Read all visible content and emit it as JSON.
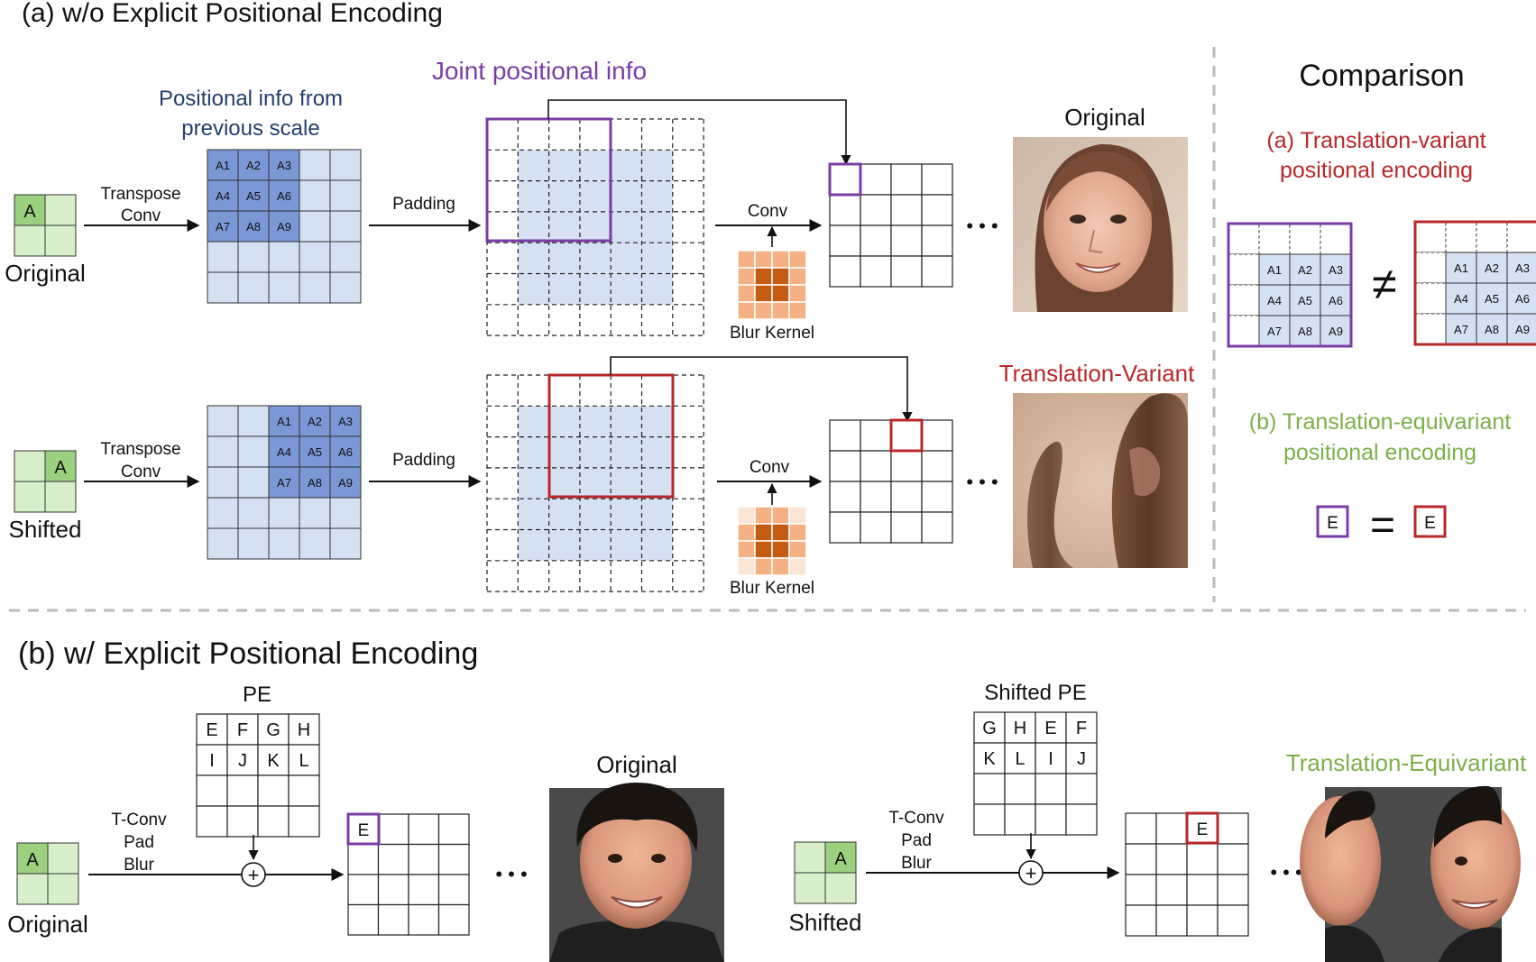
{
  "colors": {
    "purple": "#7a3da6",
    "red": "#b8282a",
    "green": "#7bb04a",
    "navy": "#24406e",
    "cell_blue": "#d5e0f3",
    "cell_blue_dark": "#7a97d6",
    "latent_green": "#d9efcc",
    "latent_green_dark": "#9bd07f",
    "kernel_dark": "#c55a11",
    "kernel_mid": "#f4b183",
    "kernel_light": "#fbe5d6",
    "grid_line": "#222222",
    "separator": "#bbbbbb"
  },
  "section_a": {
    "title": "(a) w/o Explicit Positional Encoding",
    "prev_scale_line1": "Positional  info from",
    "prev_scale_line2": "previous scale",
    "joint_label": "Joint positional info",
    "row1": {
      "input_letter": "A",
      "input_label": "Original",
      "tconv_line1": "Transpose",
      "tconv_line2": "Conv",
      "grid_labels": [
        "A1",
        "A2",
        "A3",
        "A4",
        "A5",
        "A6",
        "A7",
        "A8",
        "A9"
      ],
      "padding_label": "Padding",
      "conv_label": "Conv",
      "kernel_label": "Blur Kernel",
      "ellipsis": "• • •",
      "result_label": "Original",
      "image_icon": "face-photo-original-woman"
    },
    "row2": {
      "input_letter": "A",
      "input_label": "Shifted",
      "tconv_line1": "Transpose",
      "tconv_line2": "Conv",
      "grid_labels": [
        "A1",
        "A2",
        "A3",
        "A4",
        "A5",
        "A6",
        "A7",
        "A8",
        "A9"
      ],
      "padding_label": "Padding",
      "conv_label": "Conv",
      "kernel_label": "Blur Kernel",
      "ellipsis": "• • •",
      "result_label": "Translation-Variant",
      "image_icon": "face-photo-translation-variant-hair"
    }
  },
  "comparison": {
    "title": "Comparison",
    "a_line1": "(a)  Translation-variant",
    "a_line2": "positional encoding",
    "grid_labels": [
      "A1",
      "A2",
      "A3",
      "A4",
      "A5",
      "A6",
      "A7",
      "A8",
      "A9"
    ],
    "not_equal": "≠",
    "b_line1": "(b) Translation-equivariant",
    "b_line2": "positional encoding",
    "box_letter": "E",
    "equal": "="
  },
  "section_b": {
    "title": "(b) w/ Explicit Positional Encoding",
    "left": {
      "pe_title": "PE",
      "pe_rows": [
        [
          "E",
          "F",
          "G",
          "H"
        ],
        [
          "I",
          "J",
          "K",
          "L"
        ]
      ],
      "input_letter": "A",
      "input_label": "Original",
      "ops_line1": "T-Conv",
      "ops_line2": "Pad",
      "ops_line3": "Blur",
      "plus": "+",
      "out_letter": "E",
      "ellipsis": "• • •",
      "result_label": "Original",
      "image_icon": "face-photo-original-man"
    },
    "right": {
      "pe_title": "Shifted PE",
      "pe_rows": [
        [
          "G",
          "H",
          "E",
          "F"
        ],
        [
          "K",
          "L",
          "I",
          "J"
        ]
      ],
      "input_letter": "A",
      "input_label": "Shifted",
      "ops_line1": "T-Conv",
      "ops_line2": "Pad",
      "ops_line3": "Blur",
      "plus": "+",
      "out_letter": "E",
      "ellipsis": "• • •",
      "result_label": "Translation-Equivariant",
      "image_icon": "face-photo-translation-equivariant-man"
    }
  }
}
